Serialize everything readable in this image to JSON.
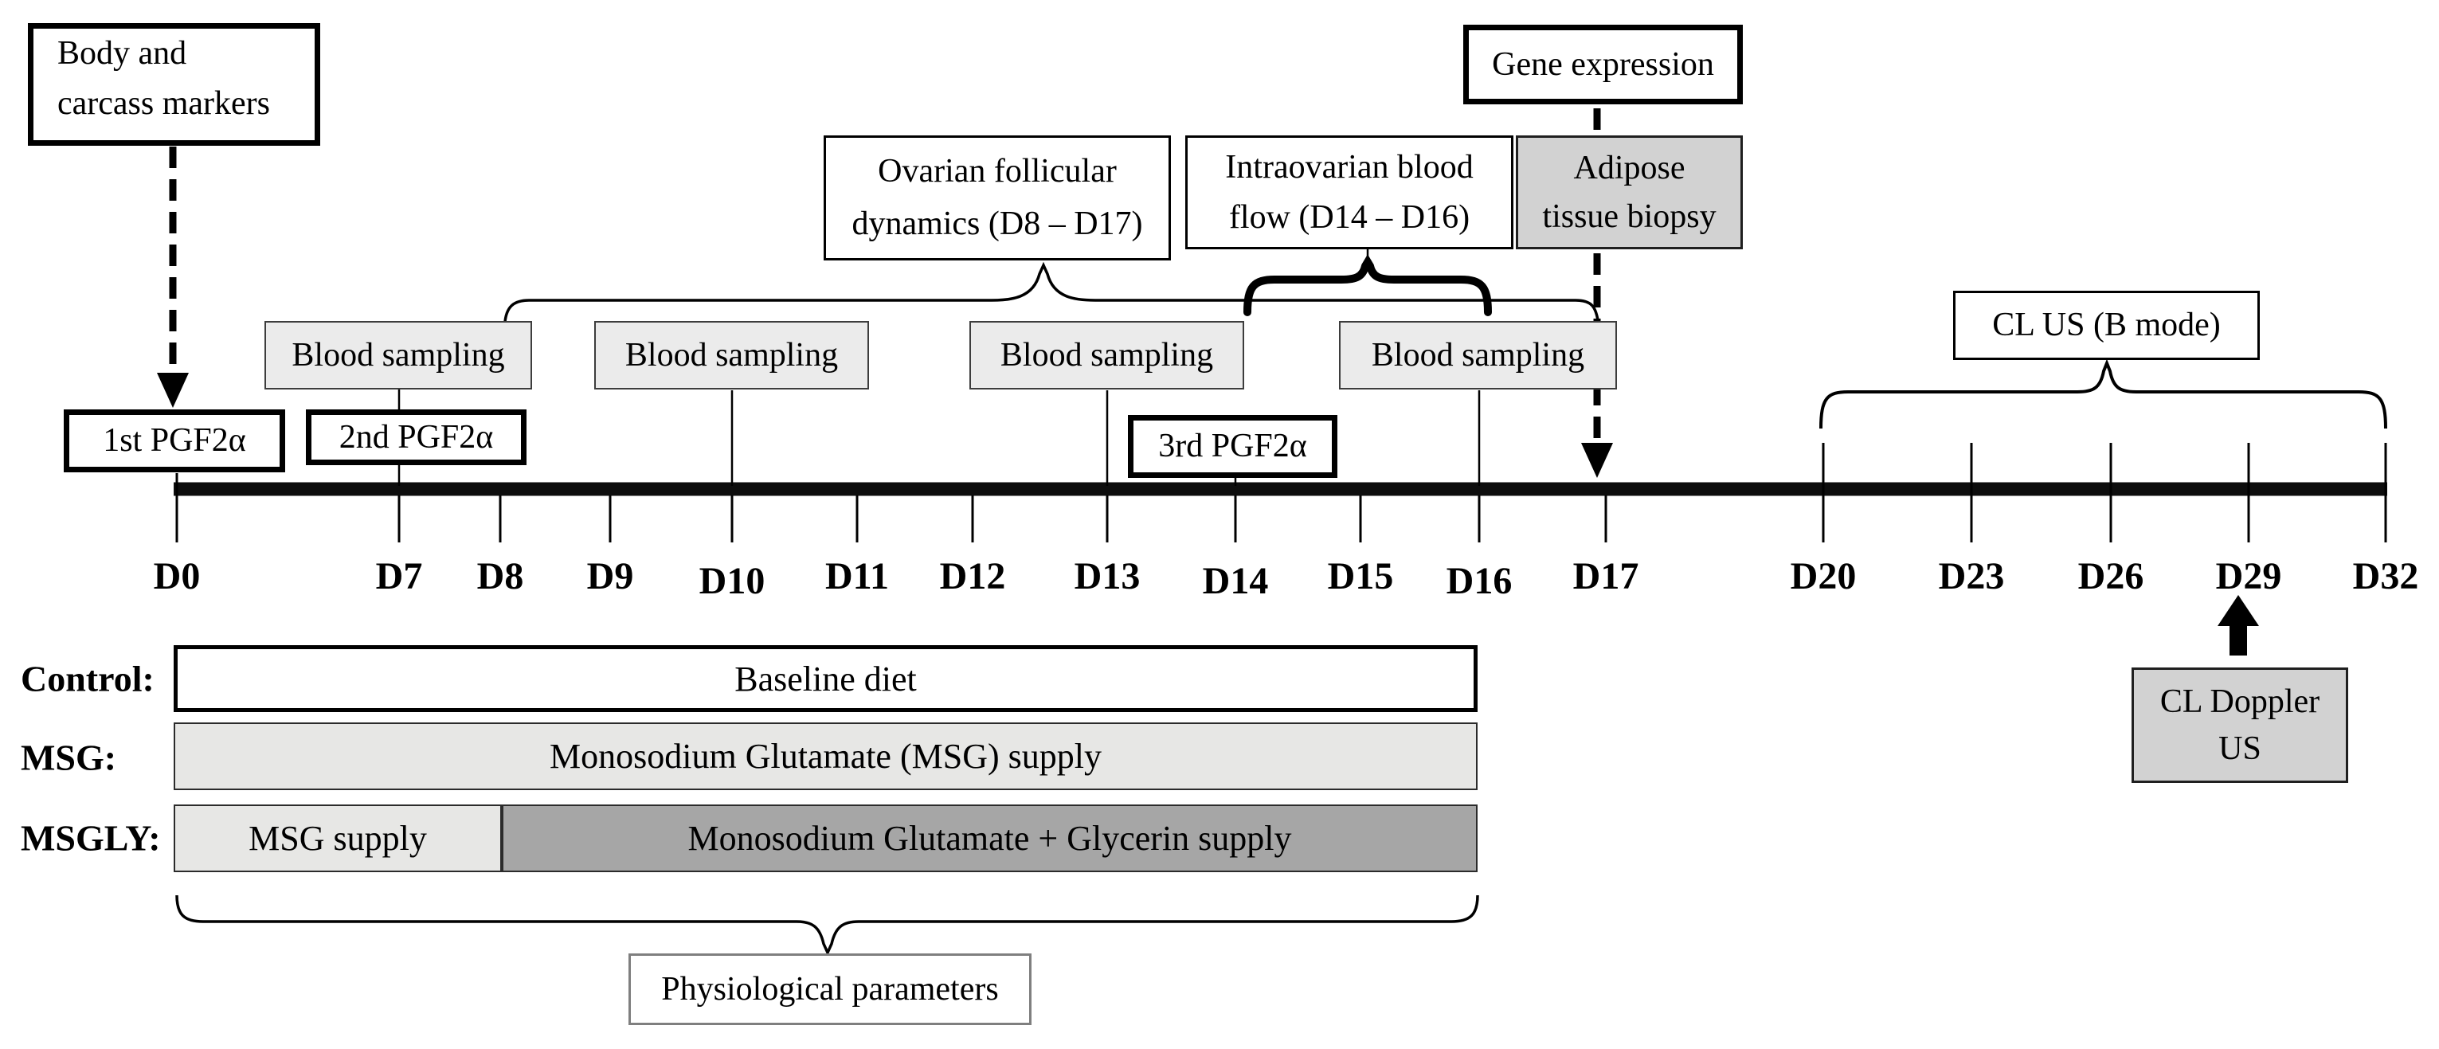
{
  "boxes": {
    "body_carcass": {
      "line1": "Body and",
      "line2": "carcass markers"
    },
    "gene_expression": {
      "label": "Gene expression"
    },
    "ovarian": {
      "line1": "Ovarian follicular",
      "line2": "dynamics (D8 – D17)"
    },
    "intraovarian": {
      "line1": "Intraovarian blood",
      "line2": "flow (D14 – D16)"
    },
    "adipose": {
      "line1": "Adipose",
      "line2": "tissue biopsy"
    },
    "blood_sampling": {
      "label": "Blood sampling"
    },
    "pgf_1st": {
      "label": "1st PGF2α"
    },
    "pgf_2nd": {
      "label": "2nd PGF2α"
    },
    "pgf_3rd": {
      "label": "3rd PGF2α"
    },
    "cl_us": {
      "label": "CL US (B mode)"
    },
    "cl_doppler": {
      "line1": "CL Doppler",
      "line2": "US"
    },
    "physiological": {
      "label": "Physiological parameters"
    }
  },
  "timeline": {
    "days": [
      "D0",
      "D7",
      "D8",
      "D9",
      "D10",
      "D11",
      "D12",
      "D13",
      "D14",
      "D15",
      "D16",
      "D17",
      "D20",
      "D23",
      "D26",
      "D29",
      "D32"
    ]
  },
  "diet": {
    "control": {
      "name": "Control:",
      "segments": [
        {
          "label": "Baseline diet"
        }
      ]
    },
    "msg": {
      "name": "MSG:",
      "segments": [
        {
          "label": "Monosodium Glutamate (MSG) supply"
        }
      ]
    },
    "msgly": {
      "name": "MSGLY:",
      "segments": [
        {
          "label": "MSG supply"
        },
        {
          "label": "Monosodium Glutamate + Glycerin supply"
        }
      ]
    }
  },
  "colors": {
    "ink": "#000000",
    "sampling_fill": "#ebebeb",
    "biopsy_fill": "#d2d2d2",
    "msg_fill": "#e7e7e5",
    "msgly_fill": "#a6a6a6"
  }
}
